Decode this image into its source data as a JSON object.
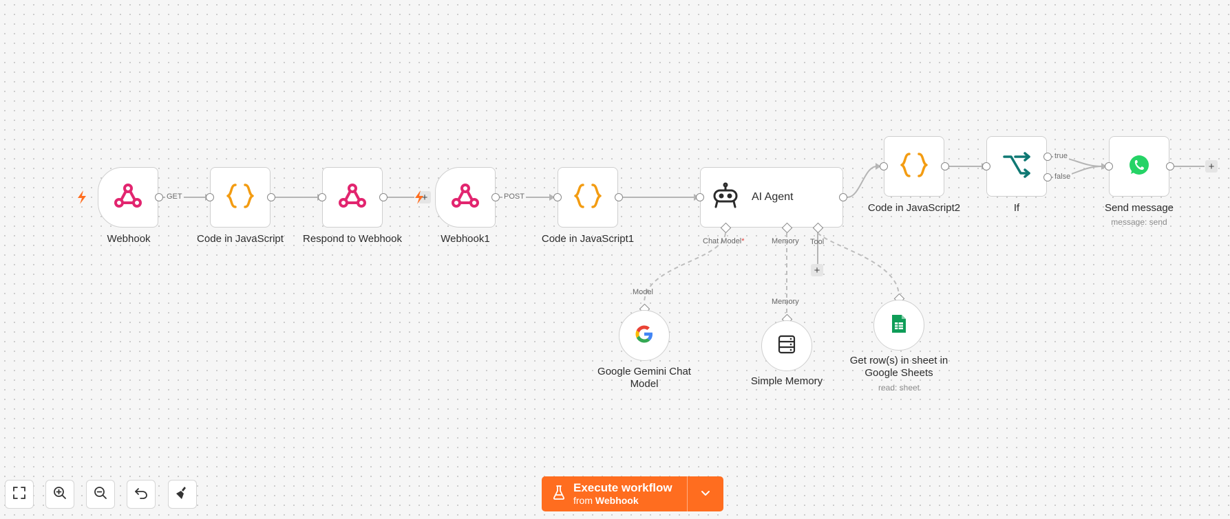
{
  "nodes": {
    "webhook": {
      "label": "Webhook"
    },
    "code": {
      "label": "Code in JavaScript"
    },
    "respond": {
      "label": "Respond to Webhook"
    },
    "webhook1": {
      "label": "Webhook1"
    },
    "code1": {
      "label": "Code in JavaScript1"
    },
    "agent": {
      "label": "AI Agent"
    },
    "code2": {
      "label": "Code in JavaScript2"
    },
    "if": {
      "label": "If"
    },
    "send": {
      "label": "Send message",
      "sub": "message: send"
    },
    "gemini": {
      "label": "Google Gemini Chat Model"
    },
    "memory": {
      "label": "Simple Memory"
    },
    "sheets": {
      "label": "Get row(s) in sheet in Google Sheets",
      "sub": "read: sheet"
    }
  },
  "edge_labels": {
    "get": "GET",
    "post": "POST",
    "true": "true",
    "false": "false"
  },
  "agent_inputs": {
    "chat_model": "Chat Model",
    "required_mark": "*",
    "memory": "Memory",
    "tool": "Tool"
  },
  "sub_inputs": {
    "model": "Model",
    "memory": "Memory"
  },
  "execute": {
    "title": "Execute workflow",
    "from": "from",
    "trigger": "Webhook"
  },
  "icons": {
    "webhook": "webhook-icon",
    "code": "code-braces-icon",
    "agent": "robot-icon",
    "if": "branch-icon",
    "whatsapp": "whatsapp-icon",
    "google": "google-icon",
    "memory": "database-icon",
    "sheets": "google-sheets-icon"
  },
  "colors": {
    "accent": "#ff6d1f",
    "webhook": "#e2256f",
    "code": "#f39c12",
    "if": "#0f7873",
    "whatsapp": "#25d366",
    "sheets": "#0f9d58"
  }
}
